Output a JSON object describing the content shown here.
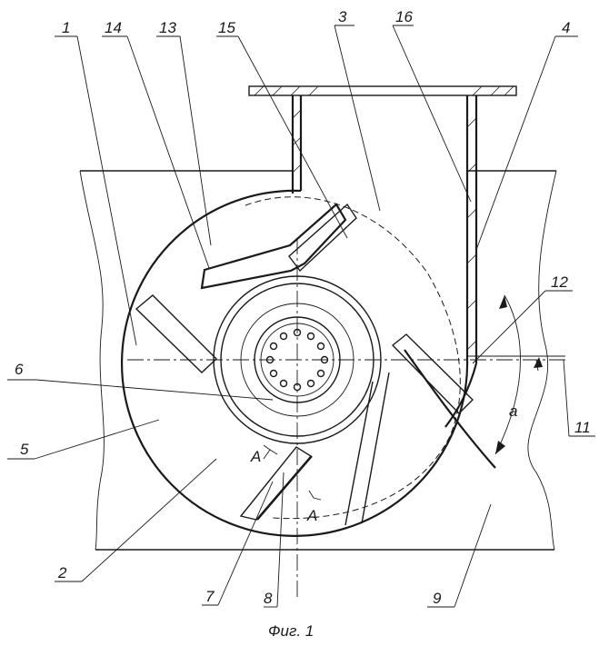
{
  "caption": "Фиг. 1",
  "labels": {
    "l1": "1",
    "l14": "14",
    "l13": "13",
    "l15": "15",
    "l3": "3",
    "l16": "16",
    "l4": "4",
    "l12": "12",
    "l6": "6",
    "l5": "5",
    "l11": "11",
    "la": "a",
    "lA1": "A",
    "lA2": "A",
    "l2": "2",
    "l7": "7",
    "l8": "8",
    "l9": "9"
  },
  "colors": {
    "ink": "#1a1a1a",
    "paper": "#ffffff"
  }
}
